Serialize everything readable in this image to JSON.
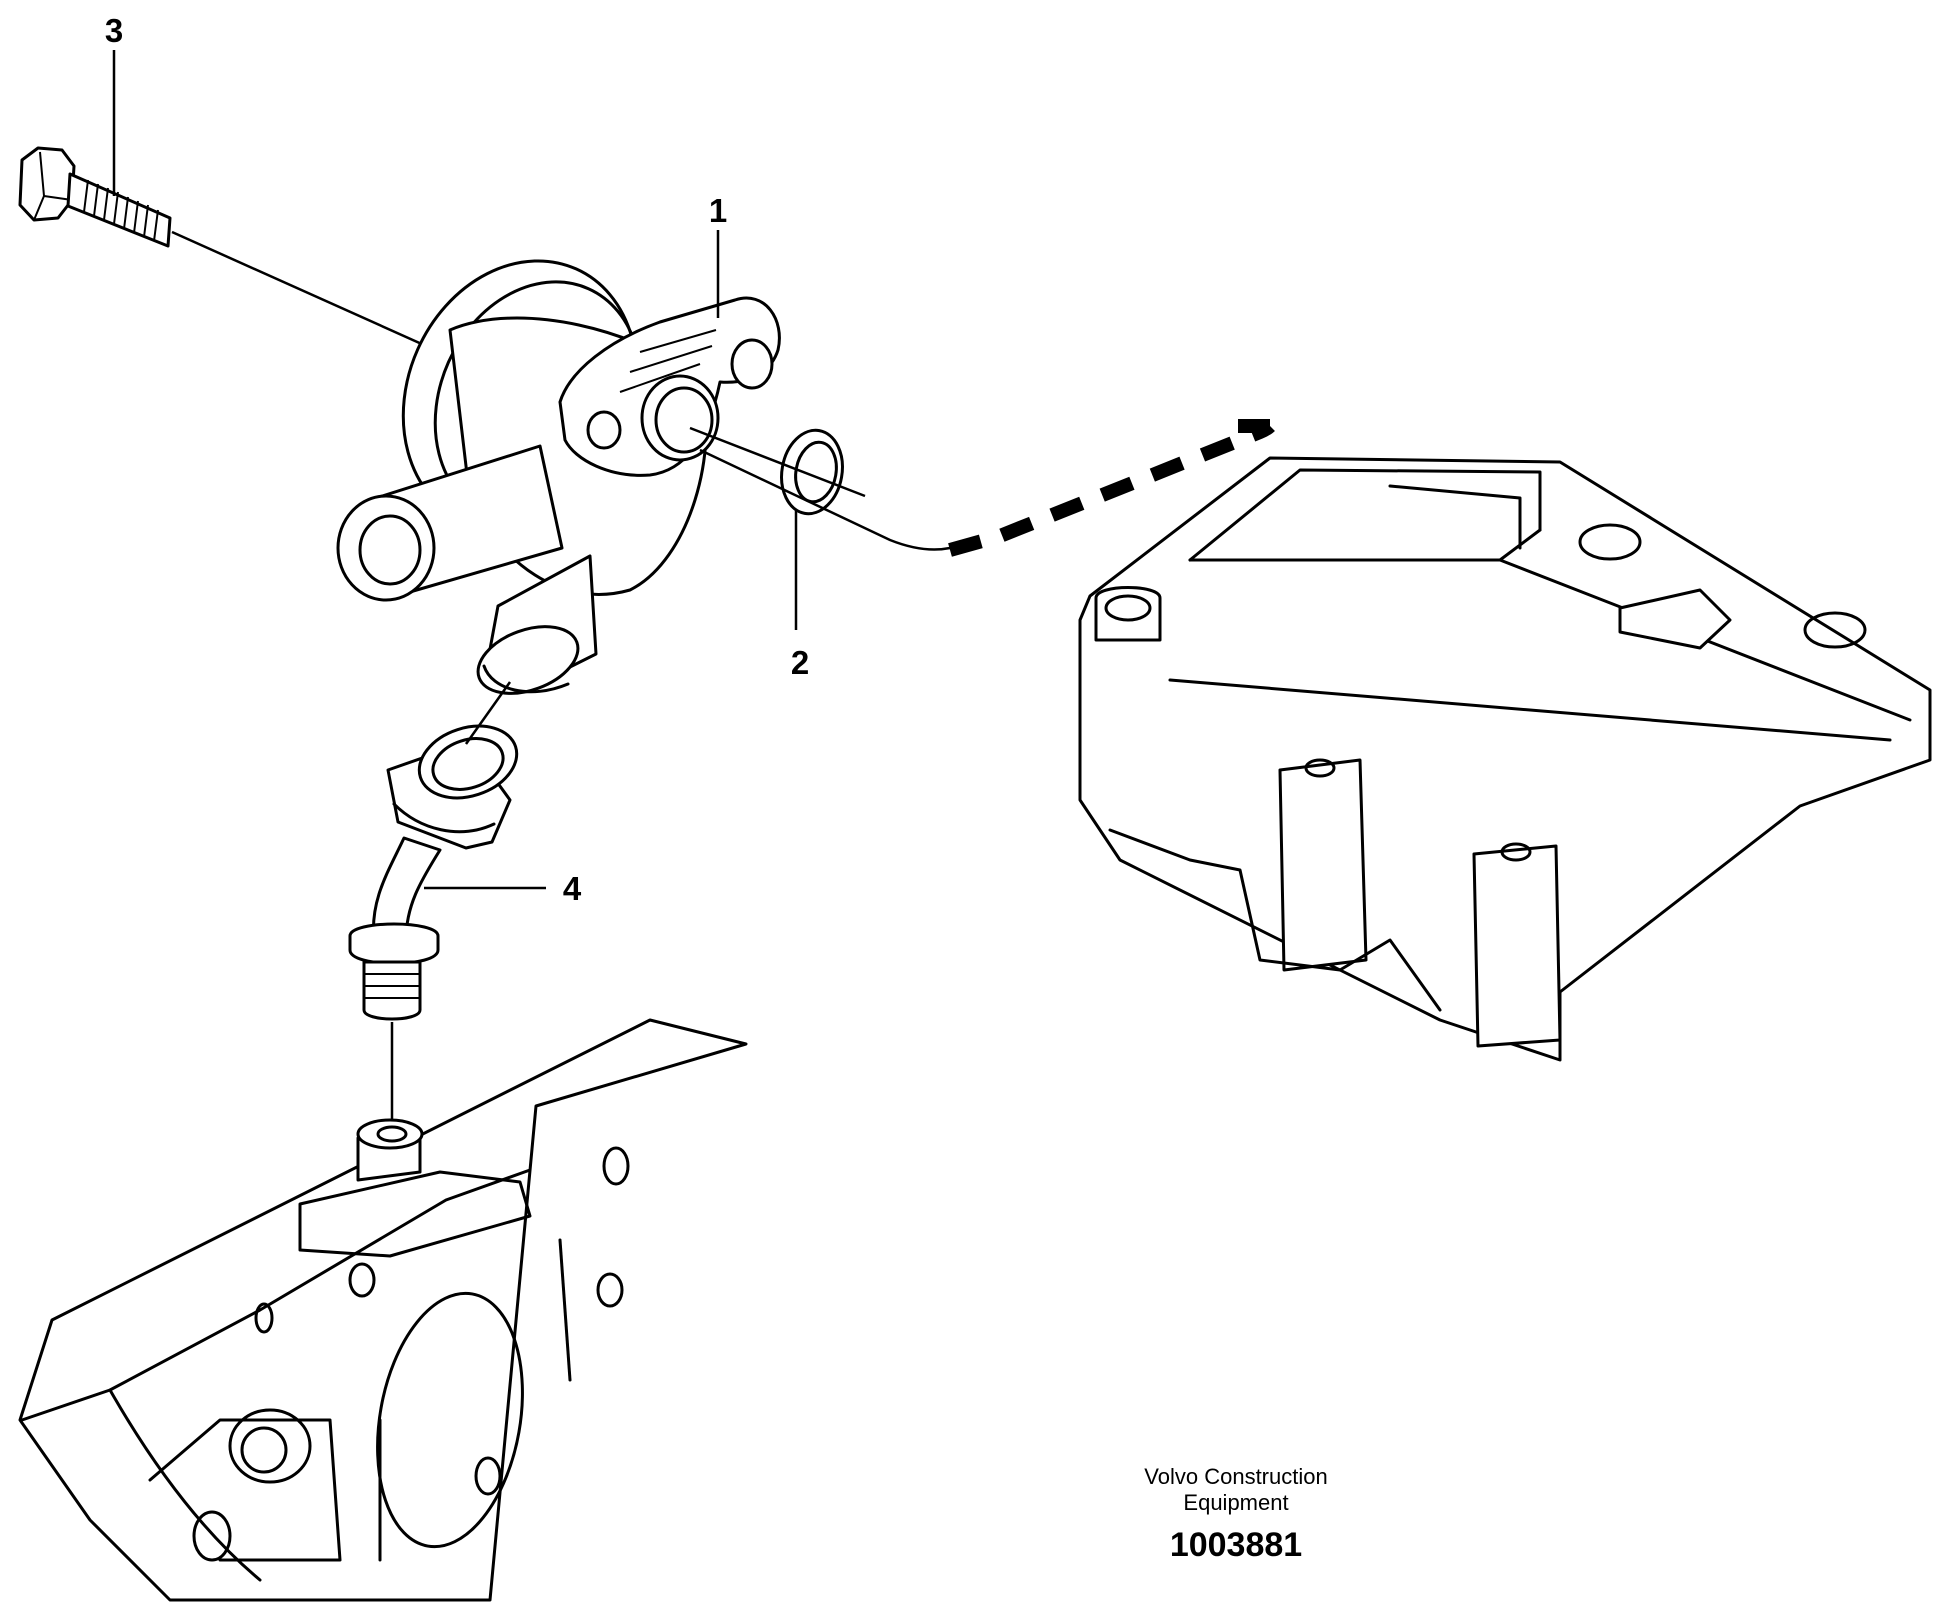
{
  "callouts": {
    "part_1": "1",
    "part_2": "2",
    "part_3": "3",
    "part_4": "4"
  },
  "footer": {
    "brand_line_1": "Volvo Construction",
    "brand_line_2": "Equipment",
    "drawing_number": "1003881"
  }
}
